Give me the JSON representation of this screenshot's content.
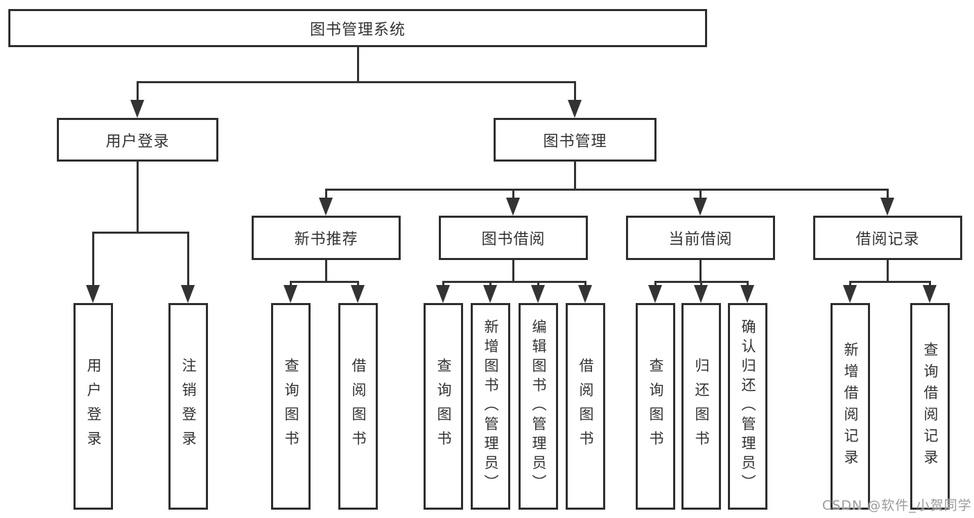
{
  "tree": {
    "root": "图书管理系统",
    "branches": [
      {
        "label": "用户登录",
        "leaves": [
          "用户登录",
          "注销登录"
        ]
      },
      {
        "label": "图书管理",
        "groups": [
          {
            "label": "新书推荐",
            "leaves": [
              "查询图书",
              "借阅图书"
            ]
          },
          {
            "label": "图书借阅",
            "leaves": [
              "查询图书",
              "新增图书（管理员）",
              "编辑图书（管理员）",
              "借阅图书"
            ]
          },
          {
            "label": "当前借阅",
            "leaves": [
              "查询图书",
              "归还图书",
              "确认归还（管理员）"
            ]
          },
          {
            "label": "借阅记录",
            "leaves": [
              "新增借阅记录",
              "查询借阅记录"
            ]
          }
        ]
      }
    ]
  },
  "watermark": "CSDN @软件_小贺同学",
  "colors": {
    "line": "#333333",
    "border": "#2e2e2e",
    "text": "#333333",
    "watermark": "#9b9b9b",
    "background": "#ffffff"
  }
}
